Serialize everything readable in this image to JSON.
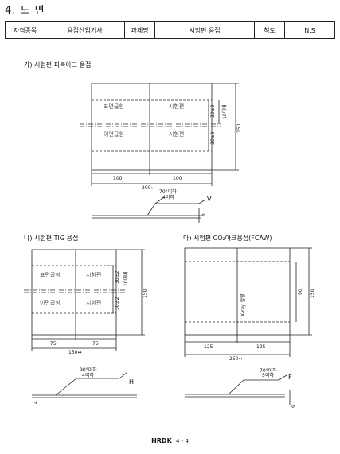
{
  "section": {
    "title": "4. 도  면"
  },
  "info_table": {
    "cells": [
      "자격종목",
      "용접산업기사",
      "과제명",
      "시험편 용접",
      "척도",
      "N.S"
    ]
  },
  "drawing_a": {
    "title": "가) 시험편 피복아크 용접",
    "labels": {
      "top_left": "표면굽힘",
      "top_right": "시험편",
      "bottom_left": "이면굽힘",
      "bottom_right": "시험편"
    },
    "dims": {
      "width_left": "100",
      "width_right": "100",
      "total": "200↔",
      "height": "150",
      "strip_top": "30±2",
      "strip_bottom": "30±2",
      "cut": "10이내"
    },
    "weld": {
      "angle": "70°이하",
      "sub": "4이하",
      "type": "V",
      "thk": "6"
    }
  },
  "drawing_b": {
    "title": "나) 시험편 TIG 용접",
    "labels": {
      "top_left": "표면굽힘",
      "top_right": "시험편",
      "bottom_left": "이면굽힘",
      "bottom_right": "시험편"
    },
    "dims": {
      "width_left": "75",
      "width_right": "75",
      "total": "150↔",
      "height": "150",
      "strip_top": "30±2",
      "strip_bottom": "30±2",
      "cut": "10이내"
    },
    "weld": {
      "angle": "90°이하",
      "sub": "4이하",
      "type": "H",
      "thk": "4"
    }
  },
  "drawing_c": {
    "title": "다) 시험편 CO₂아크용접(FCAW)",
    "labels": {
      "xray": "X-ray 촬영"
    },
    "dims": {
      "width_left": "125",
      "width_right": "125",
      "total": "250↔",
      "height": "150",
      "inner": "90"
    },
    "weld": {
      "angle": "70°이하",
      "sub": "5이하",
      "type": "F",
      "thk": "9"
    }
  },
  "footer": {
    "logo": "HRDK",
    "page": "4 - 4"
  }
}
